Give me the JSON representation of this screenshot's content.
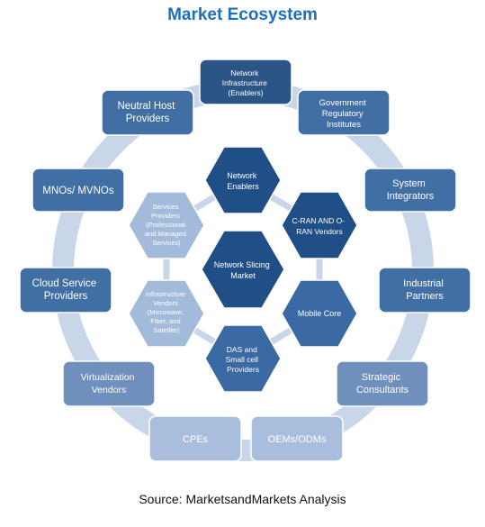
{
  "title": "Market Ecosystem",
  "source": "Source: MarketsandMarkets Analysis",
  "colors": {
    "title": "#1f6fc0",
    "ring": "#c9d5e8",
    "box_dark": "#2a5585",
    "box_mid": "#416ea3",
    "box_light": "#6f8fbd",
    "box_pale": "#a9bedc",
    "hex_dark": "#1f4f86",
    "hex_mid": "#3b69a4",
    "hex_light": "#a3bbdb"
  },
  "outer_nodes": [
    {
      "id": "network-infrastructure",
      "lines": [
        "Network",
        "Infrastructure",
        "(Enablers)"
      ]
    },
    {
      "id": "government-regulatory",
      "lines": [
        "Government",
        "Regulatory",
        "Institutes"
      ]
    },
    {
      "id": "system-integrators",
      "lines": [
        "System",
        "Integrators"
      ]
    },
    {
      "id": "industrial-partners",
      "lines": [
        "Industrial",
        "Partners"
      ]
    },
    {
      "id": "strategic-consultants",
      "lines": [
        "Strategic",
        "Consultants"
      ]
    },
    {
      "id": "oems-odms",
      "lines": [
        "OEMs/ODMs"
      ]
    },
    {
      "id": "cpes",
      "lines": [
        "CPEs"
      ]
    },
    {
      "id": "virtualization-vendors",
      "lines": [
        "Virtualization",
        "Vendors"
      ]
    },
    {
      "id": "cloud-service-providers",
      "lines": [
        "Cloud Service",
        "Providers"
      ]
    },
    {
      "id": "mnos-mvnos",
      "lines": [
        "MNOs/ MVNOs"
      ]
    },
    {
      "id": "neutral-host-providers",
      "lines": [
        "Neutral Host",
        "Providers"
      ]
    }
  ],
  "center": {
    "id": "network-slicing-market",
    "lines": [
      "Network Slicing",
      "Market"
    ]
  },
  "inner_nodes": [
    {
      "id": "network-enablers",
      "lines": [
        "Network",
        "Enablers"
      ]
    },
    {
      "id": "cran-oran-vendors",
      "lines": [
        "C-RAN AND O-",
        "RAN Vendors"
      ]
    },
    {
      "id": "mobile-core",
      "lines": [
        "Mobile Core"
      ]
    },
    {
      "id": "das-small-cell",
      "lines": [
        "DAS and",
        "Small cell",
        "Providers"
      ]
    },
    {
      "id": "infrastructure-vendors",
      "lines": [
        "Infrastructure",
        "Vendors",
        "(Microwave,",
        "Fiber, and",
        "Satellite)"
      ]
    },
    {
      "id": "services-providers",
      "lines": [
        "Services",
        "Providers",
        "(Professional",
        "and Managed",
        "Services)"
      ]
    }
  ]
}
